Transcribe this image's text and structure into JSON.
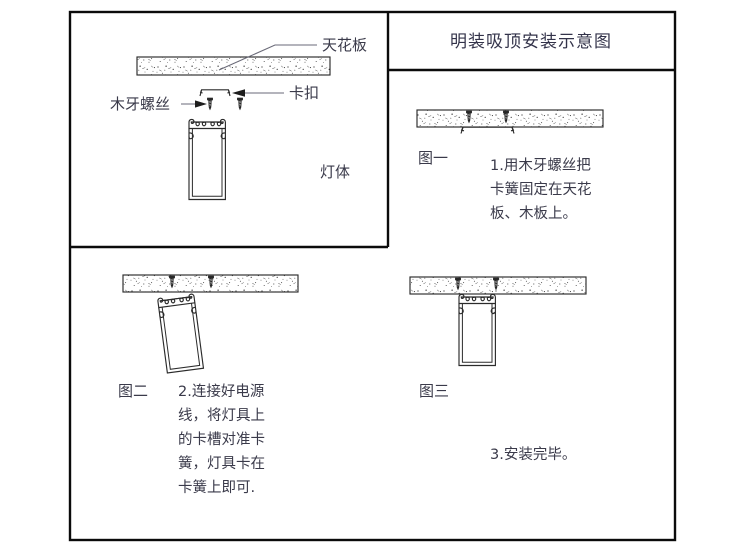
{
  "document": {
    "type": "installation-diagram",
    "title": "明装吸顶安装示意图",
    "language": "zh-CN"
  },
  "title_box": {
    "label": "明装吸顶安装示意图"
  },
  "panels": {
    "parts": {
      "name": "parts-overview",
      "callouts": {
        "ceiling": "天花板",
        "clip": "卡扣",
        "screw": "木牙螺丝",
        "lamp_body": "灯体"
      }
    },
    "step1": {
      "figure_label": "图一",
      "step_number": "1.",
      "text_lines": [
        "1.用木牙螺丝把",
        "卡簧固定在天花",
        "板、木板上。"
      ],
      "text_full": "1.用木牙螺丝把卡簧固定在天花板、木板上。"
    },
    "step2": {
      "figure_label": "图二",
      "step_number": "2.",
      "text_lines": [
        "2.连接好电源",
        "线，将灯具上",
        "的卡槽对准卡",
        "簧，灯具卡在",
        "卡簧上即可."
      ],
      "text_full": "2.连接好电源线，将灯具上的卡槽对准卡簧，灯具卡在卡簧上即可."
    },
    "step3": {
      "figure_label": "图三",
      "step_number": "3.",
      "text_lines": [
        "3.安装完毕。"
      ],
      "text_full": "3.安装完毕。"
    }
  },
  "colors": {
    "frame": "#0b0b0b",
    "line": "#2b2b2b",
    "text": "#3a3a4a",
    "background": "#ffffff",
    "screw": "#2e2e2e"
  }
}
